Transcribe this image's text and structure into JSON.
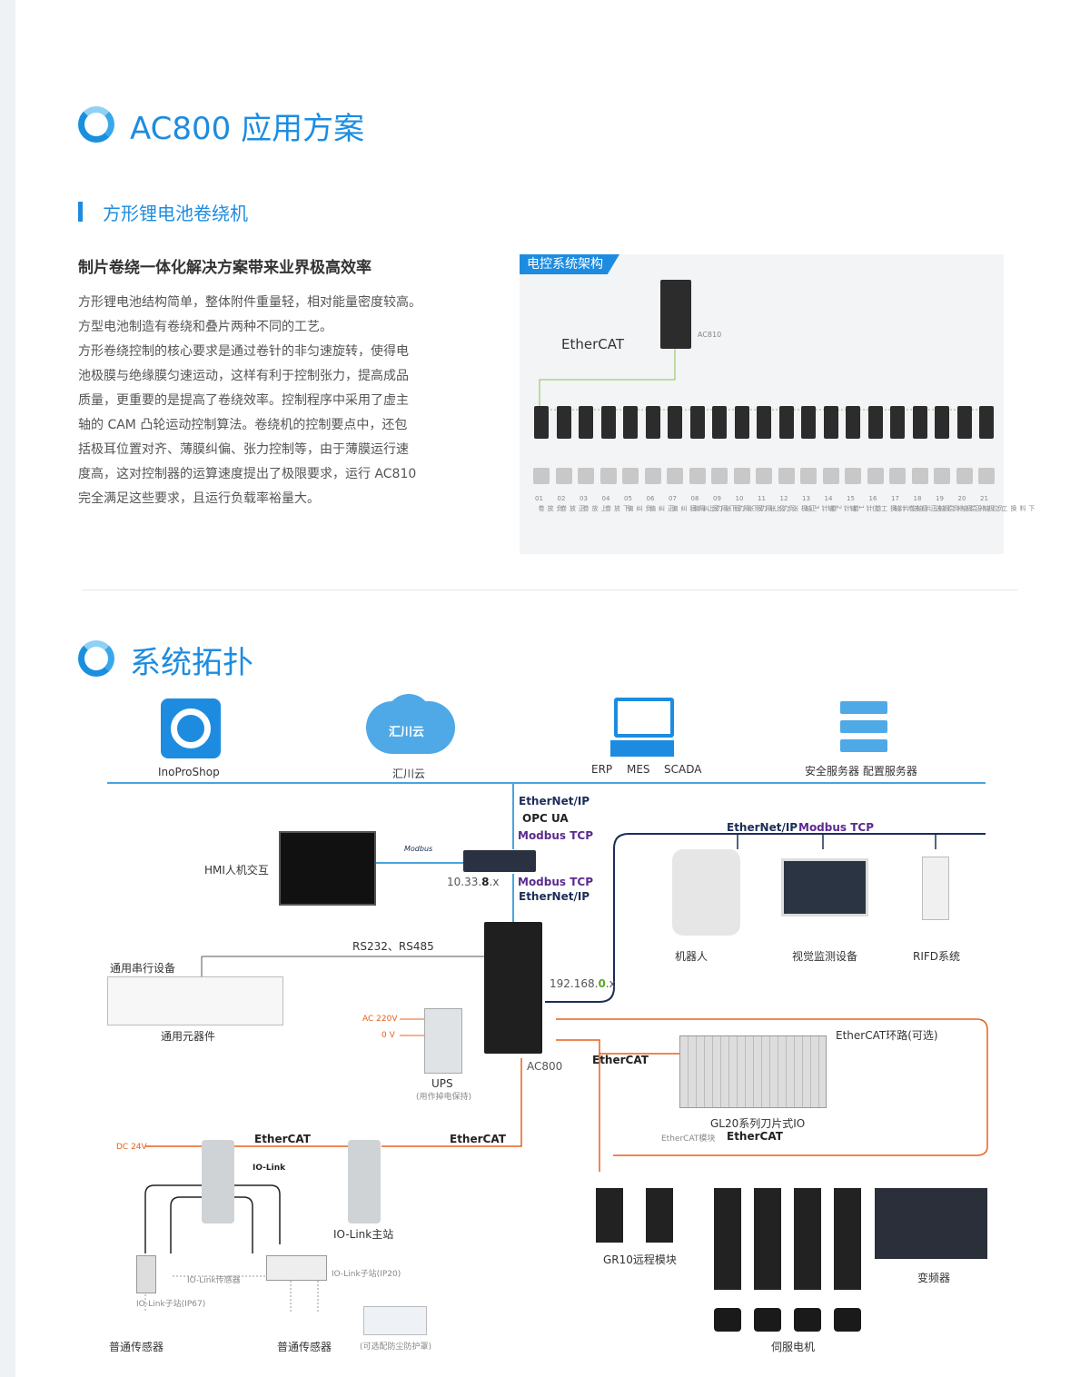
{
  "section1": {
    "title": "AC800 应用方案",
    "subtitle": "方形锂电池卷绕机",
    "heading": "制片卷绕一体化解决方案带来业界极高效率",
    "paragraph": [
      "方形锂电池结构简单，整体附件重量轻，相对能量密度较高。",
      "方型电池制造有卷绕和叠片两种不同的工艺。",
      "方形卷绕控制的核心要求是通过卷针的非匀速旋转，使得电",
      "池极膜与绝缘膜匀速运动，这样有利于控制张力，提高成品",
      "质量，更重要的是提高了卷绕效率。控制程序中采用了虚主",
      "轴的 CAM 凸轮运动控制算法。卷绕机的控制要点中，还包",
      "括极耳位置对齐、薄膜纠偏、张力控制等，由于薄膜运行速",
      "度高，这对控制器的运算速度提出了极限要求，运行 AC810",
      "完全满足这些要求，且运行负载率裕量大。"
    ]
  },
  "arch": {
    "tag": "电控系统架构",
    "ethercat": "EtherCAT",
    "controller": "AC810",
    "nums": [
      "01",
      "02",
      "03",
      "04",
      "05",
      "06",
      "07",
      "08",
      "09",
      "10",
      "11",
      "12",
      "13",
      "14",
      "15",
      "16",
      "17",
      "18",
      "19",
      "20",
      "21"
    ],
    "axes": [
      "负放卷",
      "正放卷",
      "上放卷",
      "下放卷",
      "负纠偏",
      "正纠偏",
      "上隔膜纠偏",
      "下隔膜纠偏",
      "下隔膜张力",
      "上隔膜张力",
      "负极张力",
      "正极张力",
      "卷针3轴",
      "卷针2轴",
      "卷针1轴",
      "卷针换工位",
      "正极送片轴",
      "负极送片轴",
      "正极补偿轴",
      "负极补偿轴",
      "下料换工位轴"
    ]
  },
  "section2": {
    "title": "系统拓扑"
  },
  "topo": {
    "inoproshop": "InoProShop",
    "cloud_icon": "汇川云",
    "cloud": "汇川云",
    "erp": "ERP",
    "mes": "MES",
    "scada": "SCADA",
    "servers": "安全服务器   配置服务器",
    "proto1": "EtherNet/IP",
    "proto2": "OPC UA",
    "proto3": "Modbus TCP",
    "modbus_small": "Modbus",
    "hmi": "HMI人机交互",
    "ip1_pre": "10.33.",
    "ip1_mid": "8",
    "ip1_post": ".x",
    "proto4": "Modbus TCP",
    "proto5": "EtherNet/IP",
    "proto6": "EtherNet/IP",
    "proto7": "Modbus TCP",
    "robot": "机器人",
    "vision": "视觉监测设备",
    "rifd": "RIFD系统",
    "rs": "RS232、RS485",
    "serial": "通用串行设备",
    "components": "通用元器件",
    "ip2_pre": "192.168.",
    "ip2_mid": "0",
    "ip2_post": ".x",
    "ac220": "AC 220V",
    "ov": "0 V",
    "ups": "UPS",
    "ups_note": "(用作掉电保持)",
    "ac800": "AC800",
    "ring": "EtherCAT环路(可选)",
    "ecat": "EtherCAT",
    "gl20": "GL20系列刀片式IO",
    "ecat_module": "EtherCAT模块",
    "dc24": "DC 24V",
    "iolink": "IO-Link",
    "iolink_master": "IO-Link主站",
    "iolink_sensor": "IO-Link传感器",
    "iolink_slave20": "IO-Link子站(IP20)",
    "iolink_slave67": "IO-Link子站(IP67)",
    "sensor1": "普通传感器",
    "sensor2": "普通传感器",
    "dustcover": "(可选配防尘防护罩)",
    "gr10": "GR10远程模块",
    "servo": "伺服电机",
    "vfd": "变频器"
  }
}
